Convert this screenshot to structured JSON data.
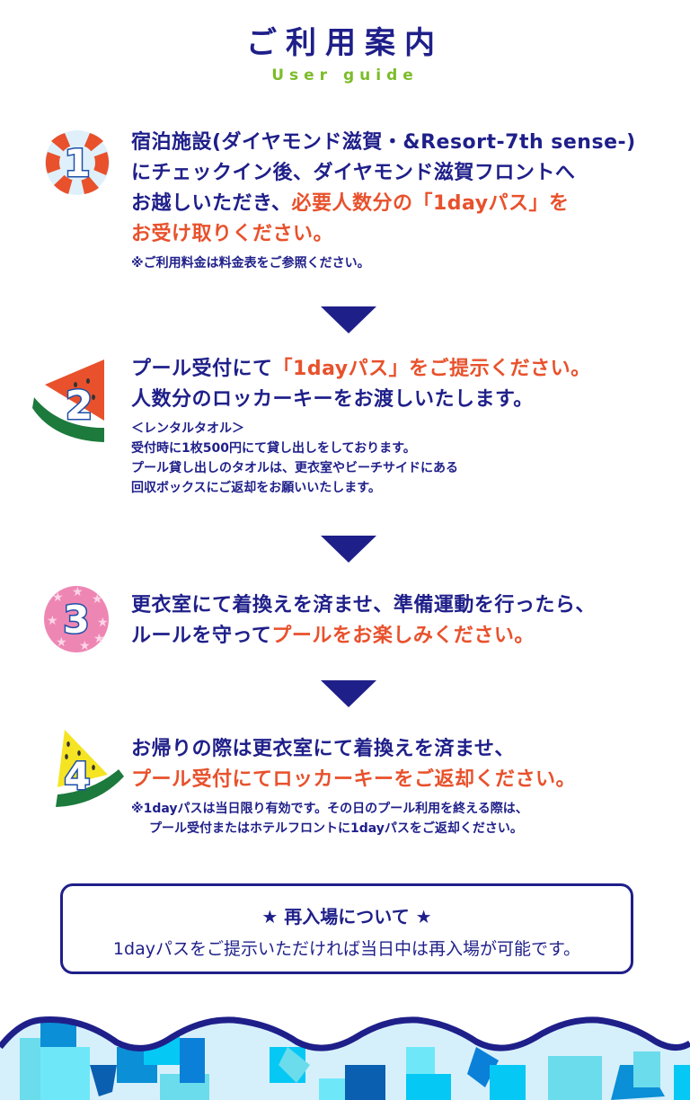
{
  "header": {
    "title": "ご利用案内",
    "subtitle": "User guide"
  },
  "colors": {
    "navy": "#1f1f8a",
    "accent_red": "#e8512c",
    "accent_green": "#7cbc2a"
  },
  "steps": [
    {
      "number": "1",
      "badge_icon": "lifebuoy-icon",
      "lines": [
        [
          {
            "t": "宿泊施設(ダイヤモンド滋賀・&Resort-7th  sense-)",
            "hl": false
          }
        ],
        [
          {
            "t": "にチェックイン後、ダイヤモンド滋賀フロントへ",
            "hl": false
          }
        ],
        [
          {
            "t": "お越しいただき、",
            "hl": false
          },
          {
            "t": "必要人数分の「1dayパス」を",
            "hl": true
          }
        ],
        [
          {
            "t": "お受け取りください。",
            "hl": true
          }
        ]
      ],
      "l1": "宿泊施設(ダイヤモンド滋賀・&Resort-7th  sense-)",
      "l2": "にチェックイン後、ダイヤモンド滋賀フロントへ",
      "l3a": "お越しいただき、",
      "l3b": "必要人数分の「1dayパス」を",
      "l4": "お受け取りください。",
      "notes": [
        "※ご利用料金は料金表をご参照ください。"
      ]
    },
    {
      "number": "2",
      "badge_icon": "watermelon-red-icon",
      "l1a": "プール受付にて",
      "l1b": "「1dayパス」をご提示ください。",
      "l2": "人数分のロッカーキーをお渡しいたします。",
      "notes": [
        "＜レンタルタオル＞",
        "受付時に1枚500円にて貸し出しをしております。",
        "プール貸し出しのタオルは、更衣室やビーチサイドにある",
        "回収ボックスにご返却をお願いいたします。"
      ]
    },
    {
      "number": "3",
      "badge_icon": "pink-star-circle-icon",
      "l1": "更衣室にて着換えを済ませ、準備運動を行ったら、",
      "l2a": "ルールを守って",
      "l2b": "プールをお楽しみください。"
    },
    {
      "number": "4",
      "badge_icon": "watermelon-yellow-icon",
      "l1": "お帰りの際は更衣室にて着換えを済ませ、",
      "l2": "プール受付にてロッカーキーをご返却ください。",
      "notes": [
        "※1dayパスは当日限り有効です。その日のプール利用を終える際は、",
        "プール受付またはホテルフロントに1dayパスをご返却ください。"
      ]
    }
  ],
  "reentry": {
    "heading": "★ 再入場について ★",
    "body": "1dayパスをご提示いただければ当日中は再入場が可能です。"
  },
  "footer": {
    "decoration": "pool-water-wave-pattern"
  }
}
